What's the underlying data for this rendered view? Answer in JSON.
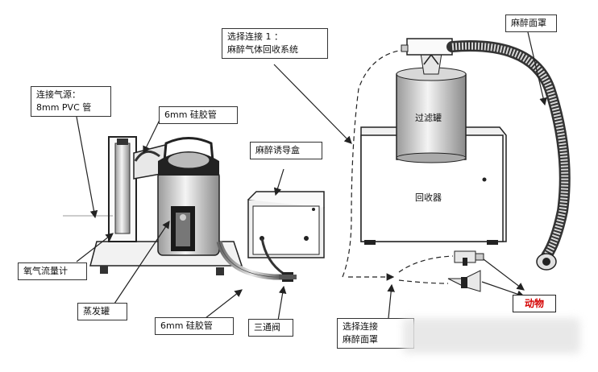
{
  "labels": {
    "gas_source": [
      "连接气源：",
      "8mm PVC 管"
    ],
    "silicone_tube_top": "6mm 硅胶管",
    "option1": [
      "选择连接 1 ：",
      "麻醉气体回收系统"
    ],
    "mask_top": "麻醉面罩",
    "induction_box": "麻醉诱导盒",
    "filter_can": "过滤罐",
    "recovery_unit": "回收器",
    "flowmeter": "氧气流量计",
    "vaporizer": "蒸发罐",
    "silicone_tube_bottom": "6mm 硅胶管",
    "three_way_valve": "三通阀",
    "option2": [
      "选择连接",
      "麻醉面罩"
    ],
    "animal": "动物"
  },
  "colors": {
    "line": "#222222",
    "accent_red": "#d40000"
  }
}
